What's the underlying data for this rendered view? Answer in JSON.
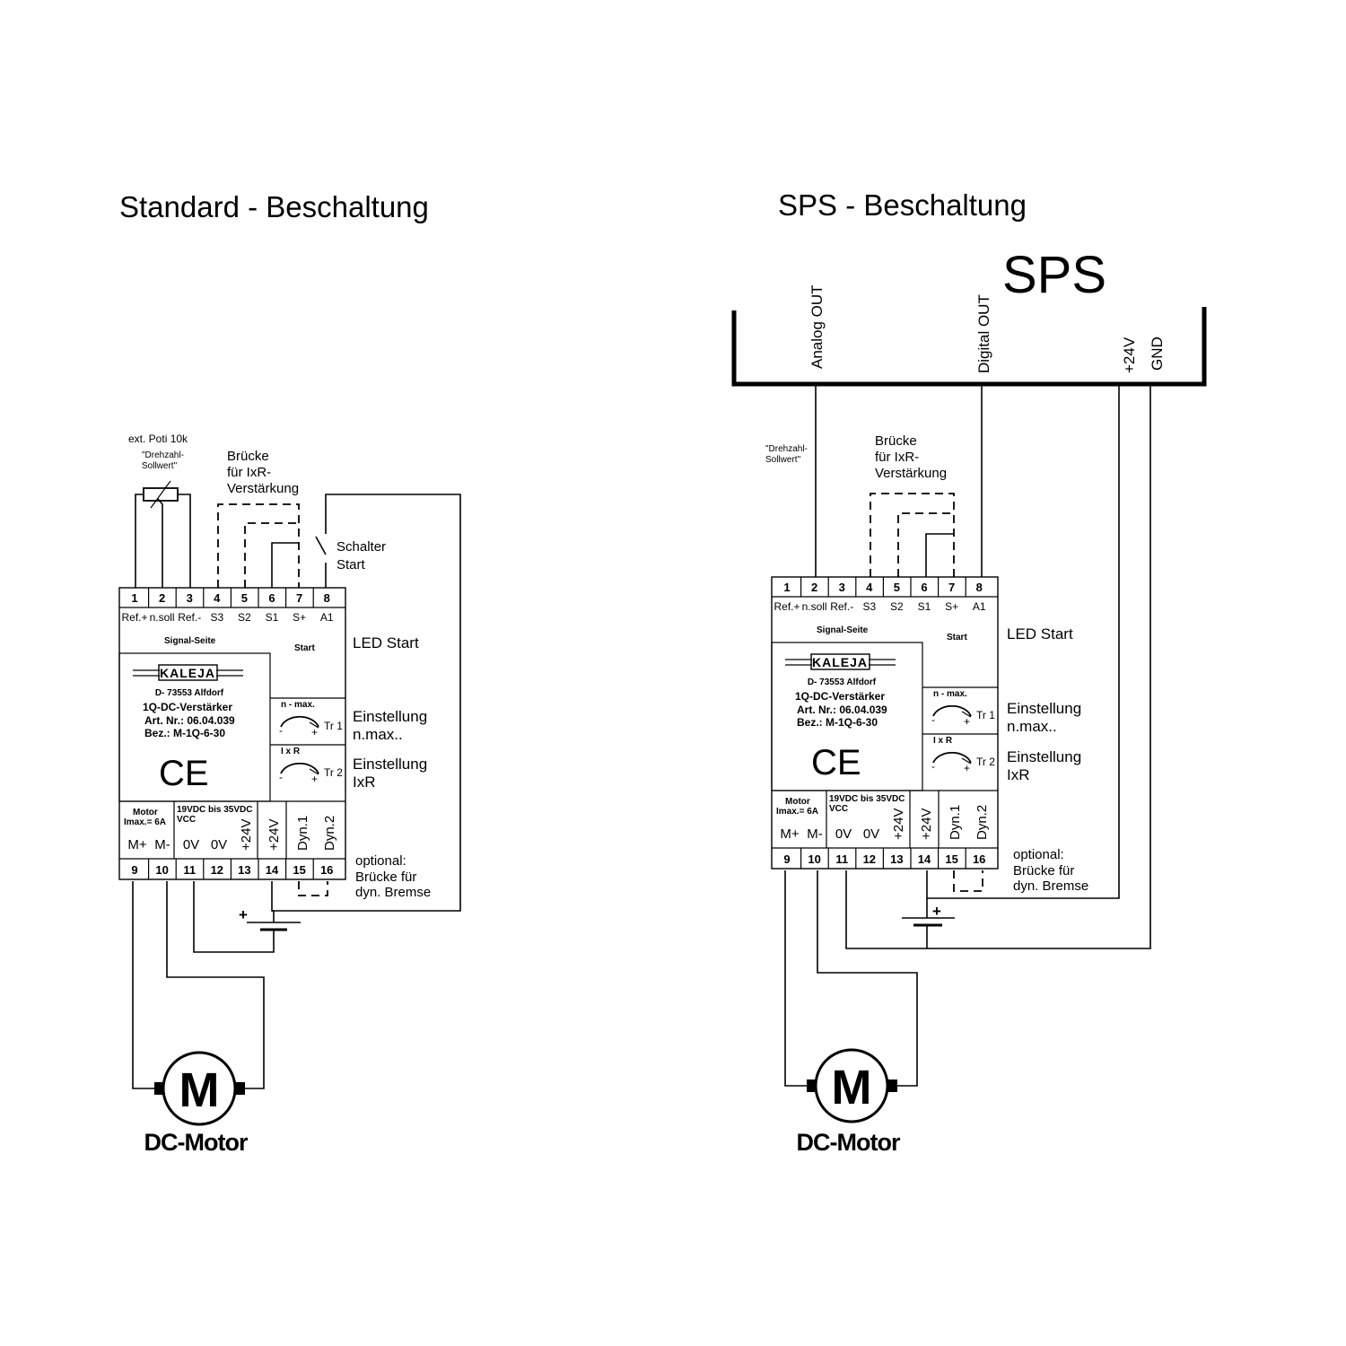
{
  "diagrams": [
    {
      "title": "Standard - Beschaltung",
      "poti_label": "ext. Poti 10k",
      "setpoint_note": [
        "\"Drehzahl-",
        "Sollwert\""
      ],
      "bridge_label": [
        "Brücke",
        "für IxR-",
        "Verstärkung"
      ],
      "switch_label": [
        "Schalter",
        "Start"
      ]
    },
    {
      "title": "SPS - Beschaltung",
      "plc_label": "SPS",
      "plc_outputs": [
        "Analog OUT",
        "Digital OUT",
        "+24V",
        "GND"
      ],
      "setpoint_note": [
        "\"Drehzahl-",
        "Sollwert\""
      ],
      "bridge_label": [
        "Brücke",
        "für IxR-",
        "Verstärkung"
      ]
    }
  ],
  "module": {
    "top_terminal_numbers": [
      "1",
      "2",
      "3",
      "4",
      "5",
      "6",
      "7",
      "8"
    ],
    "top_terminal_labels": [
      "Ref.+",
      "n.soll",
      "Ref.-",
      "S3",
      "S2",
      "S1",
      "S+",
      "A1"
    ],
    "bottom_terminal_numbers": [
      "9",
      "10",
      "11",
      "12",
      "13",
      "14",
      "15",
      "16"
    ],
    "signal_side": "Signal-Seite",
    "start": "Start",
    "brand": "KALEJA",
    "address": "D- 73553 Alfdorf",
    "product": "1Q-DC-Verstärker",
    "art_nr": "Art. Nr.: 06.04.039",
    "bez": "Bez.: M-1Q-6-30",
    "ce": "CE",
    "nmax": "n - max.",
    "ixr": "I x R",
    "tr1": "Tr 1",
    "tr2": "Tr 2",
    "minus": "-",
    "plus": "+",
    "motor_title": "Motor",
    "motor_imax": "Imax.= 6A",
    "vcc_range": "19VDC bis 35VDC",
    "vcc": "VCC",
    "bottom_labels": [
      "M+",
      "M-",
      "0V",
      "0V",
      "+24V",
      "+24V",
      "Dyn.1",
      "Dyn.2"
    ]
  },
  "annotations": {
    "led_start": "LED Start",
    "einstellung_nmax": [
      "Einstellung",
      "n.max.."
    ],
    "einstellung_ixr": [
      "Einstellung",
      "IxR"
    ],
    "optional_brake": [
      "optional:",
      "Brücke für",
      "dyn. Bremse"
    ],
    "battery_plus": "+",
    "motor_letter": "M",
    "motor_caption": "DC-Motor"
  }
}
